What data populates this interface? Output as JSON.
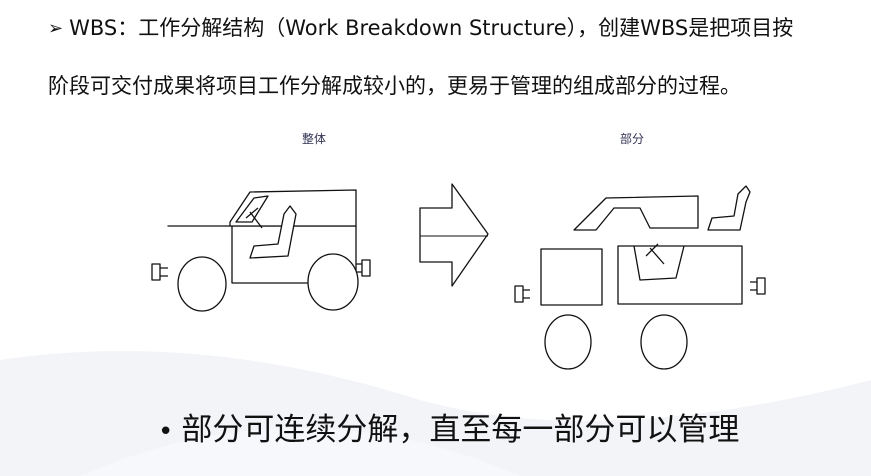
{
  "intro": {
    "line1_marker": "➢",
    "line1": "WBS：工作分解结构（Work Breakdown Structure），创建WBS是把项目按",
    "line2": "阶段可交付成果将项目工作分解成较小的，更易于管理的组成部分的过程。"
  },
  "figure": {
    "label_whole": "整体",
    "label_parts": "部分"
  },
  "summary": {
    "bullet": "•",
    "text": "部分可连续分解，直至每一部分可以管理"
  }
}
